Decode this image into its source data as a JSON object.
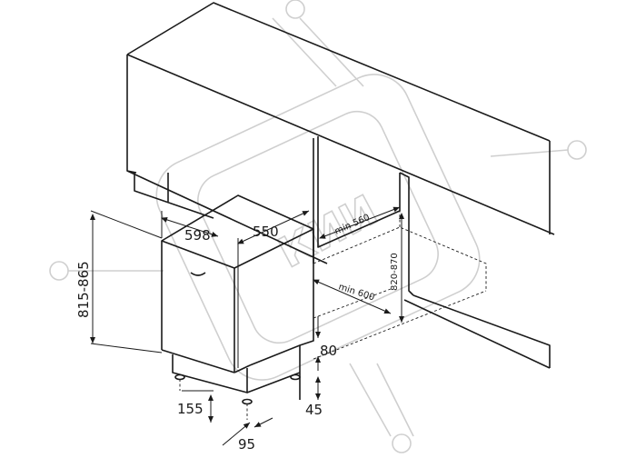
{
  "watermark": {
    "text": "КИИ",
    "color": "#cfcfcf"
  },
  "dimensions": {
    "cabinet_width": "598",
    "cabinet_depth": "550",
    "height_range": "815-865",
    "plinth_height": "80",
    "foot_recess": "155",
    "foot_depth": "45",
    "foot_inset": "95",
    "min_niche_width": "min 560",
    "min_niche_depth": "min 600",
    "niche_height": "820-870"
  },
  "colors": {
    "line": "#1a1a1a",
    "background": "#ffffff"
  }
}
